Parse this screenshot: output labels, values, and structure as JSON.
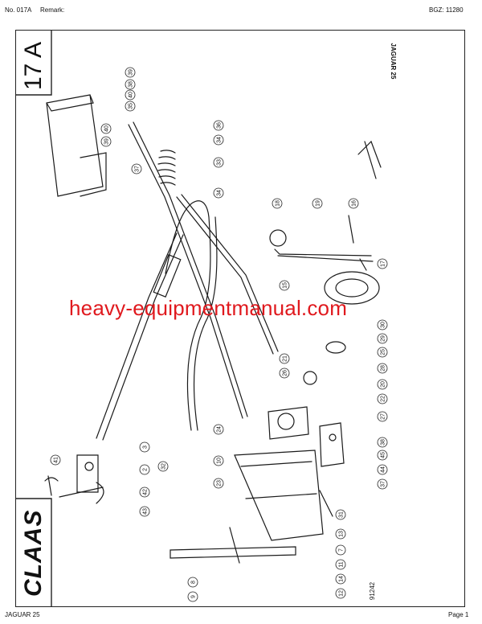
{
  "header": {
    "doc_no": "No. 017A",
    "remark_label": "Remark:",
    "bgz": "BGZ: 11280"
  },
  "footer": {
    "model": "JAGUAR 25",
    "page": "Page 1"
  },
  "diagram": {
    "section": "17 A",
    "model_label": "JAGUAR 25",
    "brand": "CLAAS",
    "drawing_no": "91242",
    "callouts": [
      "39",
      "38",
      "40",
      "35",
      "40",
      "39",
      "37",
      "36",
      "34",
      "33",
      "34",
      "18",
      "19",
      "16",
      "17",
      "15",
      "30",
      "29",
      "25",
      "21",
      "26",
      "28",
      "20",
      "22",
      "27",
      "24",
      "38",
      "45",
      "44",
      "37",
      "10",
      "23",
      "31",
      "13",
      "41",
      "3",
      "2",
      "42",
      "43",
      "32",
      "7",
      "11",
      "14",
      "12",
      "8",
      "9"
    ]
  },
  "watermark": "heavy-equipmentmanual.com"
}
